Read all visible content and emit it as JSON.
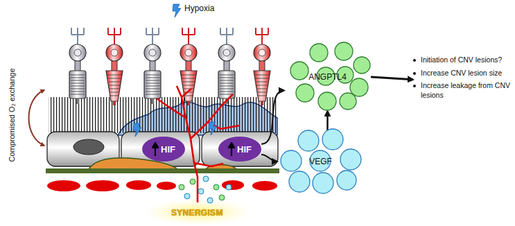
{
  "diagram": {
    "nodes": [
      {
        "text": [
          "HIF"
        ]
      },
      {
        "text": [
          "HIF"
        ]
      },
      {
        "text": [
          "ANGPTL4"
        ]
      },
      {
        "text": [
          "VEGF"
        ]
      },
      {
        "text": [
          "Initiation of CNV lesions?",
          "Increase CNV lesion size",
          "Increase leakage from CNV lesions"
        ]
      }
    ],
    "edges": [
      {
        "from": 1,
        "to": 2,
        "arrow": "to"
      },
      {
        "from": 1,
        "to": 3,
        "arrow": "to"
      },
      {
        "from": 3,
        "to": 2,
        "arrow": "to"
      },
      {
        "from": 2,
        "to": 4,
        "arrow": "to"
      }
    ],
    "labels": [
      "Hypoxia",
      "Compromised O₂ exchange",
      "SYNERGISM"
    ]
  }
}
